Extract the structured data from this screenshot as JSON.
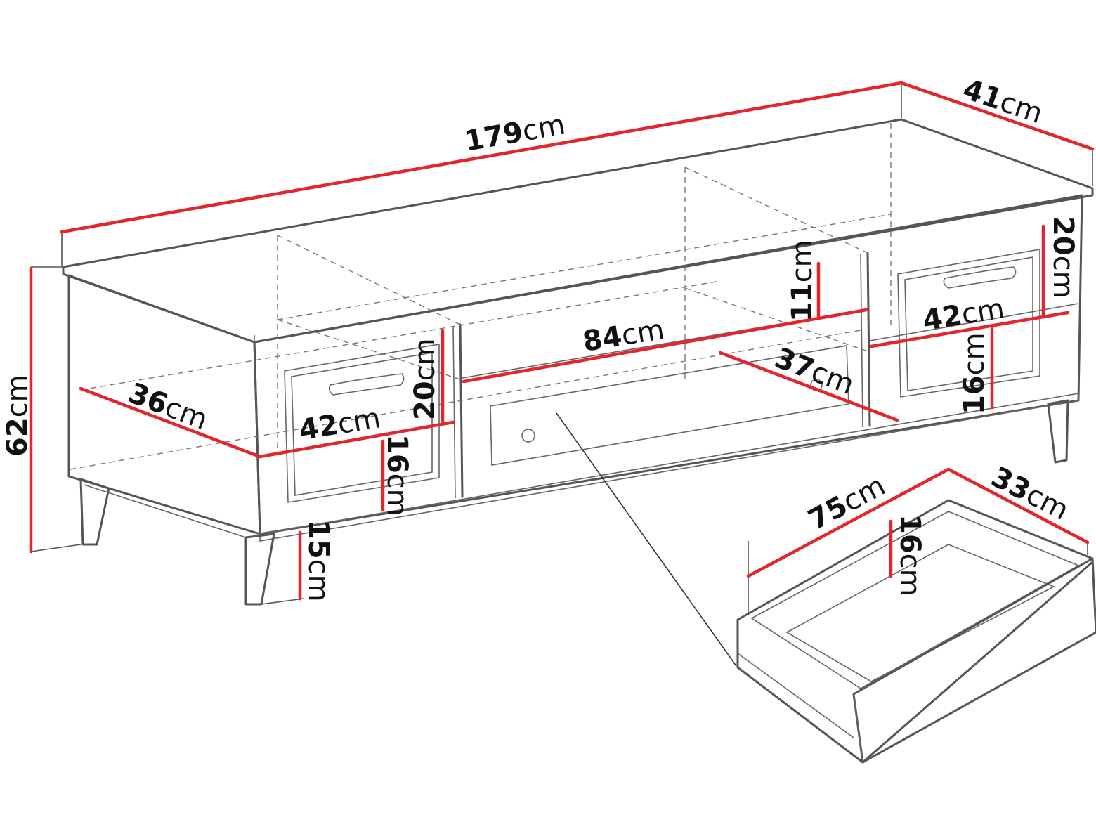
{
  "colors": {
    "dimension_line": "#e2262b",
    "outline": "#555555",
    "text": "#111111"
  },
  "icons": {
    "detail_callout": "leader-line"
  },
  "dimensions": {
    "overall_width": {
      "value": "179",
      "unit": "cm"
    },
    "overall_depth": {
      "value": "41",
      "unit": "cm"
    },
    "overall_height": {
      "value": "62",
      "unit": "cm"
    },
    "leg_height": {
      "value": "15",
      "unit": "cm"
    },
    "left_shelf_depth": {
      "value": "36",
      "unit": "cm"
    },
    "left_compartment_width": {
      "value": "42",
      "unit": "cm"
    },
    "left_upper_height": {
      "value": "20",
      "unit": "cm"
    },
    "left_drawer_height": {
      "value": "16",
      "unit": "cm"
    },
    "middle_width": {
      "value": "84",
      "unit": "cm"
    },
    "middle_upper_height": {
      "value": "11",
      "unit": "cm"
    },
    "middle_depth": {
      "value": "37",
      "unit": "cm"
    },
    "right_upper_height": {
      "value": "20",
      "unit": "cm"
    },
    "right_compartment_width": {
      "value": "42",
      "unit": "cm"
    },
    "right_drawer_height": {
      "value": "16",
      "unit": "cm"
    },
    "drawer_width": {
      "value": "75",
      "unit": "cm"
    },
    "drawer_depth": {
      "value": "33",
      "unit": "cm"
    },
    "drawer_height": {
      "value": "16",
      "unit": "cm"
    }
  }
}
